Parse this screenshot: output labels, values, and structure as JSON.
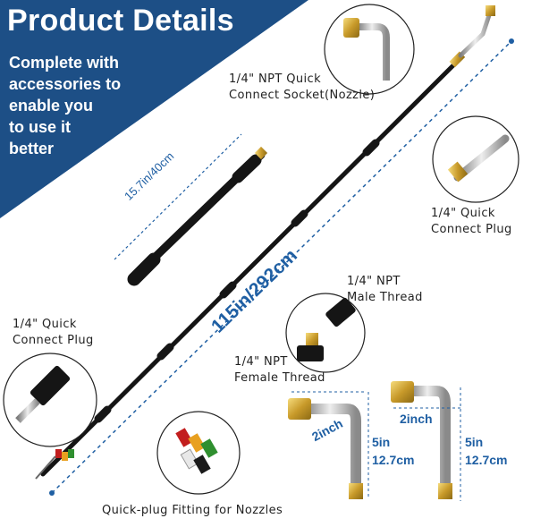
{
  "header": {
    "title": "Product Details",
    "subtitle_lines": [
      "Complete with",
      "accessories to",
      "enable you",
      "to use it",
      "better"
    ]
  },
  "labels": {
    "socket_nozzle": [
      "1/4\" NPT Quick",
      "Connect Socket(Nozzle)"
    ],
    "plug_right": [
      "1/4\" Quick",
      "Connect Plug"
    ],
    "plug_left": [
      "1/4\" Quick",
      "Connect Plug"
    ],
    "male_thread": [
      "1/4\" NPT",
      "Male Thread"
    ],
    "female_thread": [
      "1/4\" NPT",
      "Female Thread"
    ],
    "nozzles": "Quick-plug Fitting for Nozzles"
  },
  "dimensions": {
    "short_wand": "15.7in/40cm",
    "total_length": "115in/292cm",
    "bend_left_width": "2inch",
    "bend_left_height": [
      "5in",
      "12.7cm"
    ],
    "bend_right_width": "2inch",
    "bend_right_height": [
      "5in",
      "12.7cm"
    ]
  },
  "colors": {
    "banner": "#1d4f86",
    "dimension_text": "#1f5fa3",
    "brass": "#d9b23a",
    "hose": "#151515"
  }
}
